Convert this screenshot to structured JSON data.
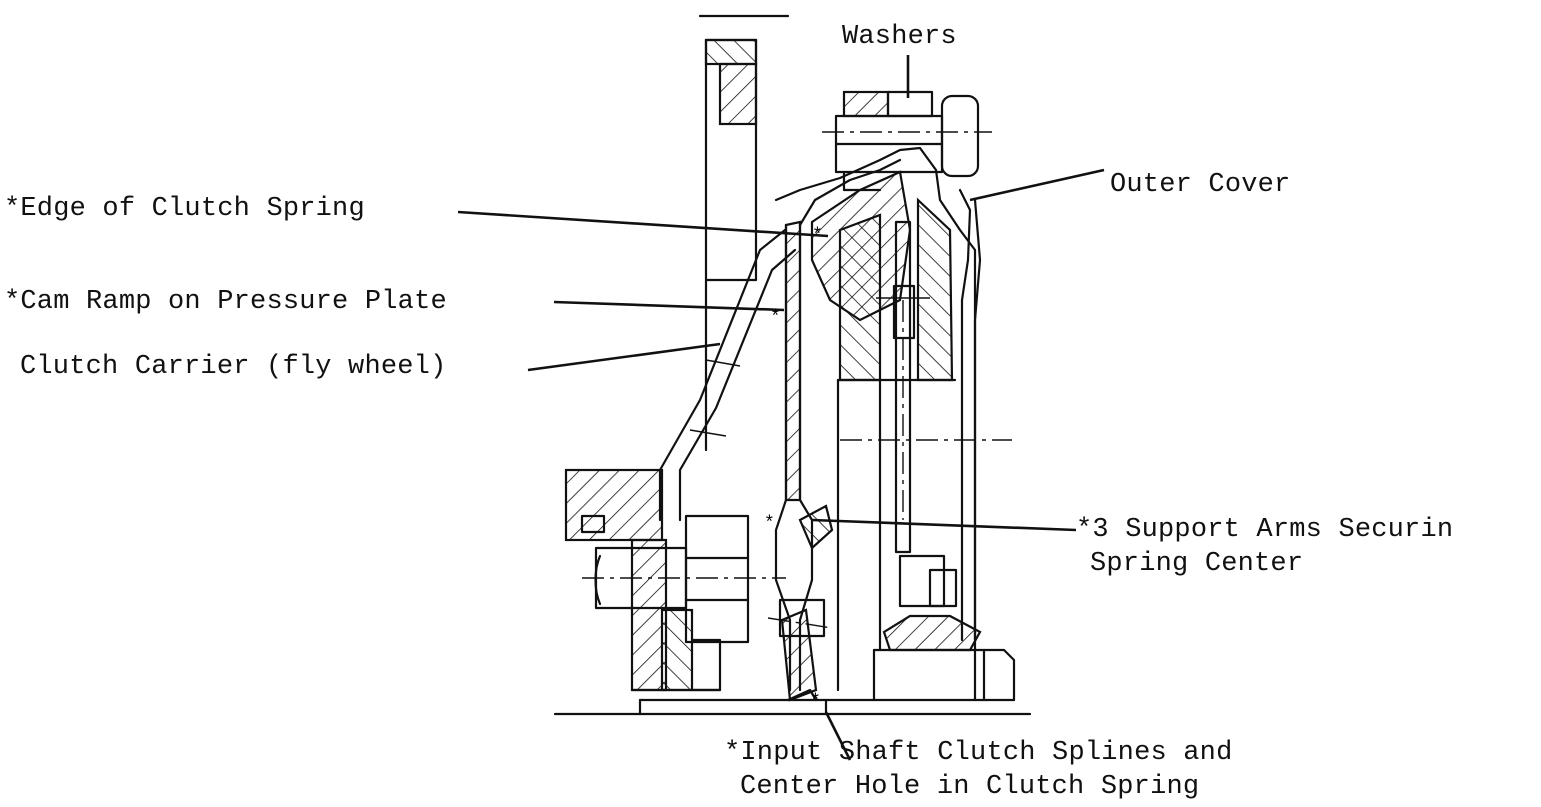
{
  "labels": {
    "washers": "Washers",
    "outer_cover": "Outer Cover",
    "edge_of_clutch_spring": "*Edge of Clutch Spring",
    "cam_ramp": "*Cam Ramp on Pressure Plate",
    "clutch_carrier": "Clutch Carrier (fly wheel)",
    "support_arms_line1": "*3 Support Arms Securin",
    "support_arms_line2": "Spring Center",
    "input_shaft_line1": "*Input Shaft Clutch Splines and",
    "input_shaft_line2": "Center Hole in Clutch Spring"
  },
  "colors": {
    "ink": "#111111",
    "paper": "#ffffff"
  }
}
